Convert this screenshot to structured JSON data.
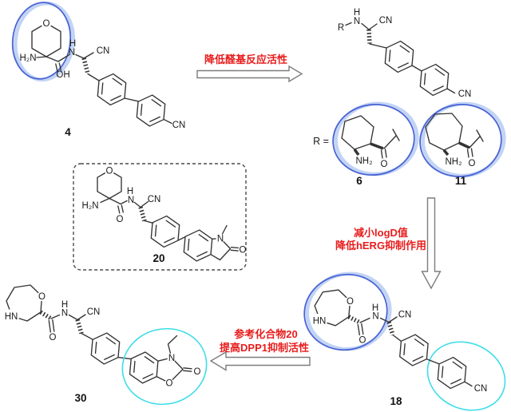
{
  "figure": {
    "type": "medicinal-chemistry optimization scheme"
  },
  "colors": {
    "red": "#e81c1c",
    "blue": "#4a63d6",
    "blue_glow": "#b3c9f1",
    "cyan": "#3edde8",
    "bond": "#333333",
    "arrow_stroke": "#7d7d7d"
  },
  "arrows": {
    "top": {
      "text": "降低醛基反应活性"
    },
    "middle": {
      "line1": "减小logD值",
      "line2": "降低hERG抑制作用"
    },
    "bottom": {
      "line1": "参考化合物20",
      "line2": "提高DPP1抑制活性"
    }
  },
  "compounds": {
    "c4": {
      "label": "4",
      "atoms": {
        "ring_o": "O",
        "amine": "H₂N",
        "oh": "OH",
        "amide_h": "H",
        "amide_n": "N",
        "nitrile": "CN",
        "aryl_nitrile": "CN"
      }
    },
    "intermediate": {
      "r_label": "R",
      "r_equals": "R =",
      "atoms": {
        "nh_h": "H",
        "nh_n": "N",
        "nitrile": "CN",
        "aryl_nitrile": "CN"
      }
    },
    "c6": {
      "label": "6",
      "atoms": {
        "amine": "NH₂",
        "carbonyl_o": "O"
      }
    },
    "c11": {
      "label": "11",
      "atoms": {
        "amine": "NH₂",
        "carbonyl_o": "O"
      }
    },
    "c20": {
      "label": "20",
      "atoms": {
        "ring_o": "O",
        "amine": "H₂N",
        "carbonyl_o": "O",
        "amide_h": "H",
        "amide_n": "N",
        "nitrile": "CN",
        "indole_n": "N",
        "indole_o": "O"
      }
    },
    "c30": {
      "label": "30",
      "atoms": {
        "ring_nh": "HN",
        "ring_o": "O",
        "carbonyl_o": "O",
        "amide_h": "H",
        "amide_n": "N",
        "nitrile": "CN",
        "oxazole_n": "N",
        "oxazole_c2_o": "O",
        "oxazole_ring_o": "O"
      }
    },
    "c18": {
      "label": "18",
      "atoms": {
        "ring_nh": "HN",
        "ring_o": "O",
        "carbonyl_o": "O",
        "amide_h": "H",
        "amide_n": "N",
        "nitrile": "CN",
        "aryl_nitrile": "CN"
      }
    }
  }
}
